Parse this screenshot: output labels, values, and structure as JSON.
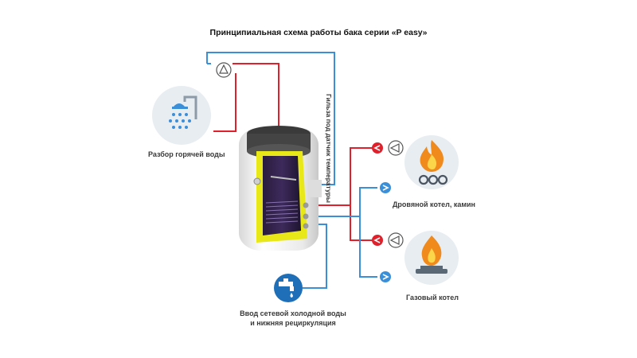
{
  "title": "Принципиальная схема работы бака серии «P easy»",
  "labels": {
    "shower": "Разбор горячей воды",
    "wood_boiler": "Дровяной котел, камин",
    "gas_boiler": "Газовый котел",
    "cold_water_line1": "Ввод  сетевой холодной воды",
    "cold_water_line2": "и нижняя рециркуляция",
    "sensor_sleeve": "Гильза под датчик температуры"
  },
  "icons": {
    "shower": "shower-icon",
    "wood_fire": "fire-wood-icon",
    "gas_flame": "gas-burner-icon",
    "tap": "water-tap-icon",
    "pump": "circulation-pump-icon"
  },
  "colors": {
    "hot": "#e0202a",
    "cold": "#3a8fd8",
    "icon_circle": "#e8edf2",
    "accent_orange": "#f08a1c",
    "tank_white": "#eeeeee",
    "insulation": "#e8e818"
  }
}
